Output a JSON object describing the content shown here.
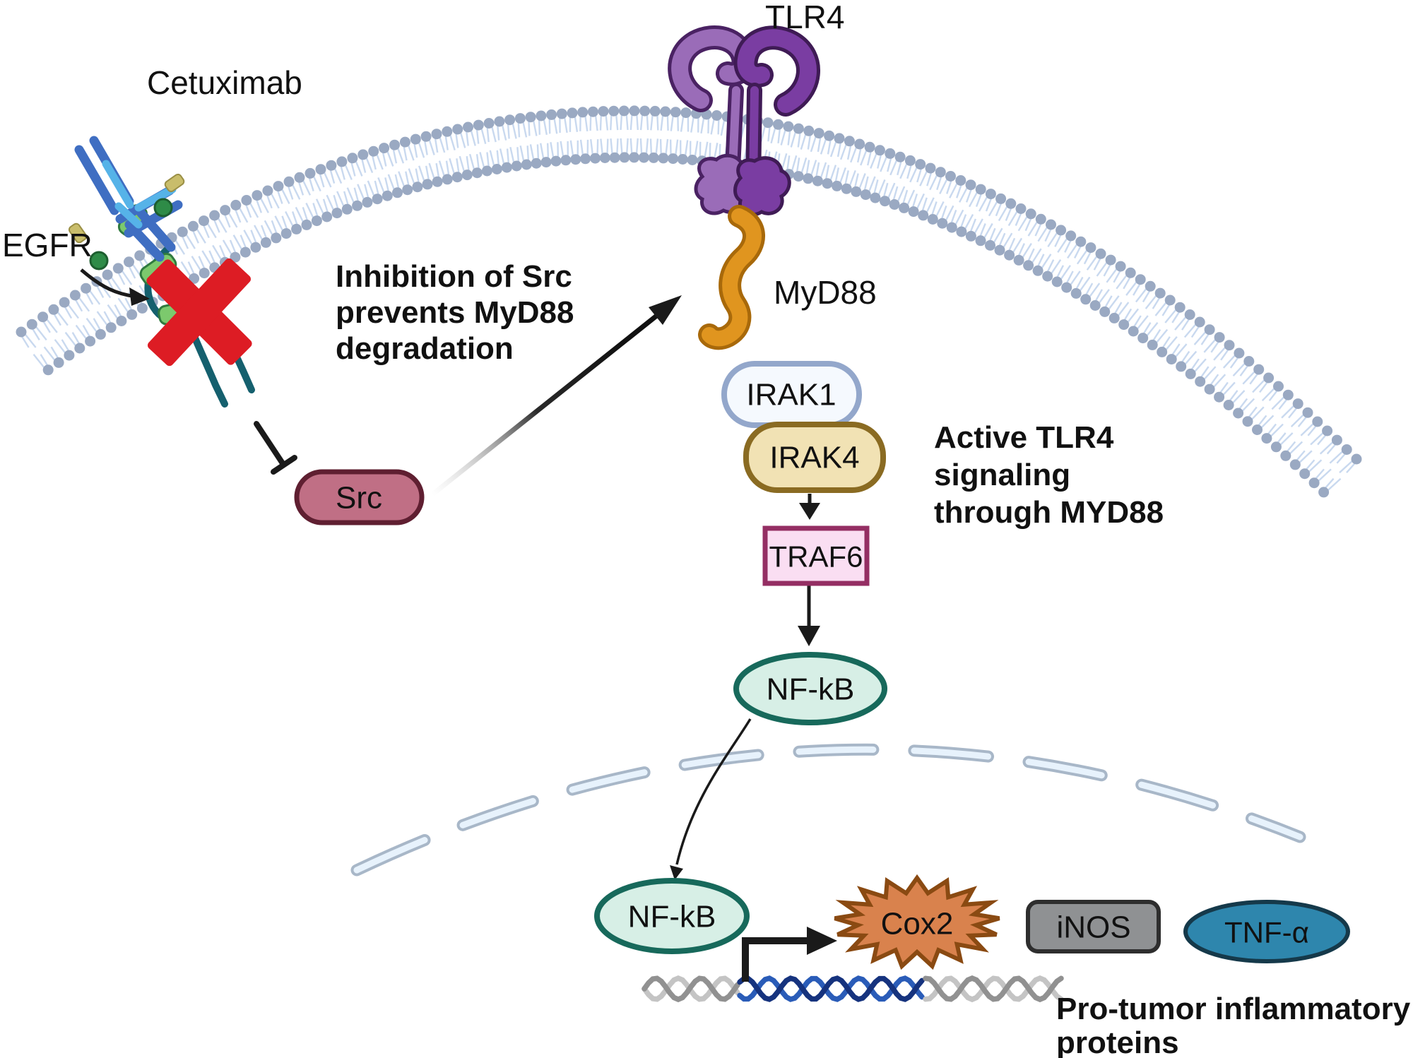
{
  "labels": {
    "cetuximab": "Cetuximab",
    "tlr4": "TLR4",
    "egfr": "EGFR",
    "myd88": "MyD88"
  },
  "annotations": {
    "inhibition": {
      "line1": "Inhibition of Src",
      "line2": "prevents MyD88",
      "line3": "degradation"
    },
    "active": {
      "line1": "Active TLR4",
      "line2": "signaling",
      "line3": "through MYD88"
    },
    "protumor": {
      "line1": "Pro-tumor inflammatory",
      "line2": "proteins"
    }
  },
  "nodes": {
    "src": {
      "label": "Src",
      "fill": "#c06f85",
      "stroke": "#5f1f31",
      "text_color": "#ffffff"
    },
    "irak1": {
      "label": "IRAK1",
      "fill": "#f5f9fe",
      "stroke": "#93a7cb",
      "text_color": "#111111"
    },
    "irak4": {
      "label": "IRAK4",
      "fill": "#f1e2b4",
      "stroke": "#8a6b22",
      "text_color": "#111111"
    },
    "traf6": {
      "label": "TRAF6",
      "fill": "#fadef2",
      "stroke": "#942e63",
      "text_color": "#111111"
    },
    "nfkb_cytoplasm": {
      "label": "NF-kB",
      "fill": "#d7efe6",
      "stroke": "#17695b",
      "text_color": "#111111"
    },
    "nfkb_nucleus": {
      "label": "NF-kB",
      "fill": "#d7efe6",
      "stroke": "#17695b",
      "text_color": "#111111"
    },
    "cox2": {
      "label": "Cox2",
      "fill": "#d9824d",
      "stroke": "#8a4a12",
      "text_color": "#111111"
    },
    "inos": {
      "label": "iNOS",
      "fill": "#8f9193",
      "stroke": "#2e2e2e",
      "text_color": "#111111"
    },
    "tnfa": {
      "label": "TNF-α",
      "fill": "#2e86ad",
      "stroke": "#15394a",
      "text_color": "#111111"
    }
  },
  "colors": {
    "background": "#ffffff",
    "membrane_head": "#9aa9c2",
    "membrane_tail": "#c9d9ef",
    "nuclear_dash_fill": "#e7f2fc",
    "nuclear_dash_stroke": "#a8b7c8",
    "arrow_black": "#1a1a1a",
    "dna_gray_light": "#c4c4c4",
    "dna_gray_dark": "#919191",
    "dna_blue_light": "#2a5cb8",
    "dna_blue_dark": "#16337e",
    "tlr4_left": "#9a6cb8",
    "tlr4_right": "#7a3da2",
    "tlr4_outline_left": "#4a2263",
    "tlr4_outline_right": "#3f1b55",
    "myd88_fill": "#e0951f",
    "myd88_outline": "#a8690a",
    "antibody_blue": "#3f6ec2",
    "antibody_light_blue": "#56b3e8",
    "antibody_green": "#2e8b47",
    "antibody_khaki": "#c9bd6b",
    "egfr_teal": "#15606e",
    "egfr_green_fill": "#7cc96d",
    "egfr_green_stroke": "#2f7a3f",
    "inhibit_red": "#dd1c24"
  }
}
